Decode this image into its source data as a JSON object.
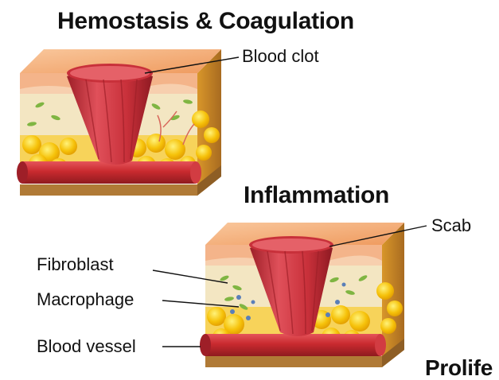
{
  "stages": [
    {
      "title": "Hemostasis & Coagulation",
      "labels": [
        "Blood clot"
      ]
    },
    {
      "title": "Inflammation",
      "labels": [
        "Scab",
        "Fibroblast",
        "Macrophage",
        "Blood vessel"
      ]
    },
    {
      "title": "Prolife"
    }
  ],
  "colors": {
    "clot_red": "#c8303a",
    "vessel_red": "#c92a2f",
    "epidermis": "#f4b48a",
    "dermis": "#f3e6c2",
    "fat_yellow": "#f6c20a",
    "base_brown": "#b07a36",
    "fibroblast_green": "#7fb542",
    "macrophage_blue": "#5a7fb8"
  }
}
